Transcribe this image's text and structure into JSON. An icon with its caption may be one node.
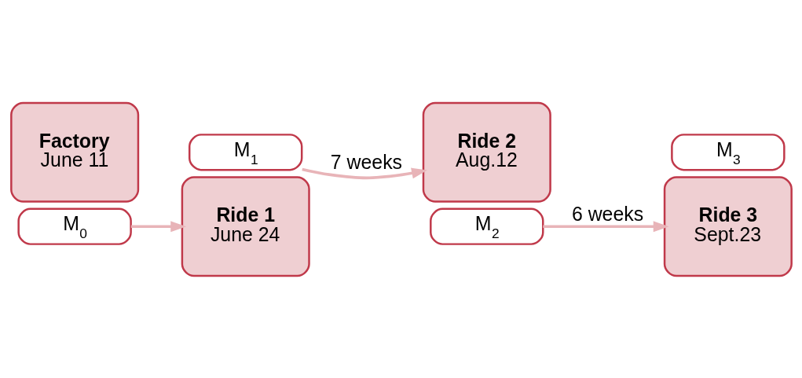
{
  "diagram": {
    "nodes": [
      {
        "text": [
          "Factory",
          "June 11"
        ]
      },
      {
        "text": [
          "M$_{0}$"
        ]
      },
      {
        "text": [
          "Ride 1",
          "June 24"
        ]
      },
      {
        "text": [
          "M$_{1}$"
        ]
      },
      {
        "text": [
          "Ride 2",
          "Aug.12"
        ]
      },
      {
        "text": [
          "M$_{2}$"
        ]
      },
      {
        "text": [
          "Ride 3",
          "Sept.23"
        ]
      },
      {
        "text": [
          "M$_{3}$"
        ]
      }
    ],
    "edges": [
      {
        "from": 1,
        "to": 2,
        "arrow": "to"
      },
      {
        "from": 3,
        "to": 4,
        "arrow": "to",
        "label": "7 weeks"
      },
      {
        "from": 5,
        "to": 6,
        "arrow": "to",
        "label": "6 weeks"
      }
    ]
  }
}
